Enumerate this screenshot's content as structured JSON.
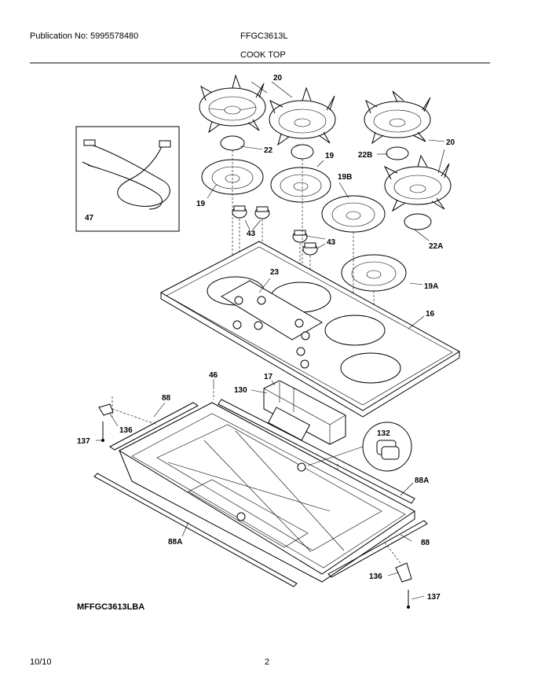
{
  "header": {
    "publication": "Publication No: 5995578480",
    "model": "FFGC3613L",
    "section": "COOK TOP"
  },
  "callouts": {
    "c20a": "20",
    "c20b": "20",
    "c22": "22",
    "c22b": "22B",
    "c19a": "19",
    "c19b": "19",
    "c19bb": "19B",
    "c47": "47",
    "c43a": "43",
    "c43b": "43",
    "c22a": "22A",
    "c23": "23",
    "c19aa": "19A",
    "c16": "16",
    "c46": "46",
    "c17": "17",
    "c130": "130",
    "c88a": "88",
    "c136a": "136",
    "c137a": "137",
    "c132": "132",
    "c88aa": "88A",
    "c88ab": "88A",
    "c88b": "88",
    "c136b": "136",
    "c137b": "137"
  },
  "diagram_code": "MFFGC3613LBA",
  "footer": {
    "date": "10/10",
    "page": "2"
  }
}
